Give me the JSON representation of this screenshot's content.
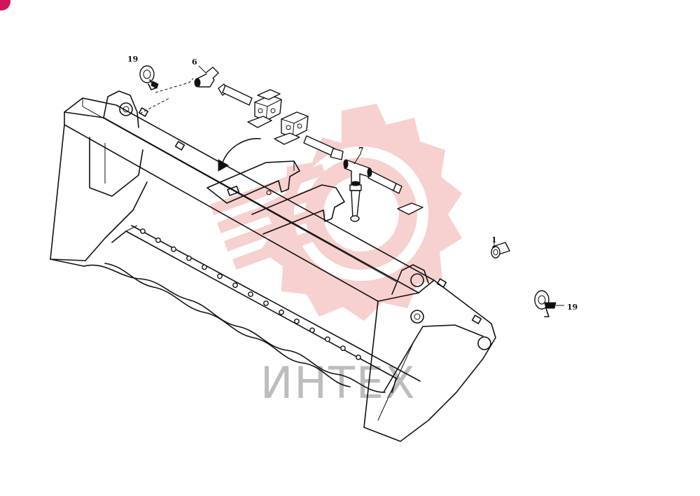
{
  "diagram": {
    "callouts": [
      {
        "id": "c19a",
        "label": "19"
      },
      {
        "id": "c6",
        "label": "6"
      },
      {
        "id": "c7",
        "label": "7"
      },
      {
        "id": "c1",
        "label": "1"
      },
      {
        "id": "c19b",
        "label": "19"
      }
    ],
    "watermark": {
      "text": "ИНТЕХ",
      "gear_color": "#f5c6c6"
    },
    "corner_badge_color": "#d4145a",
    "line_color": "#111111"
  }
}
